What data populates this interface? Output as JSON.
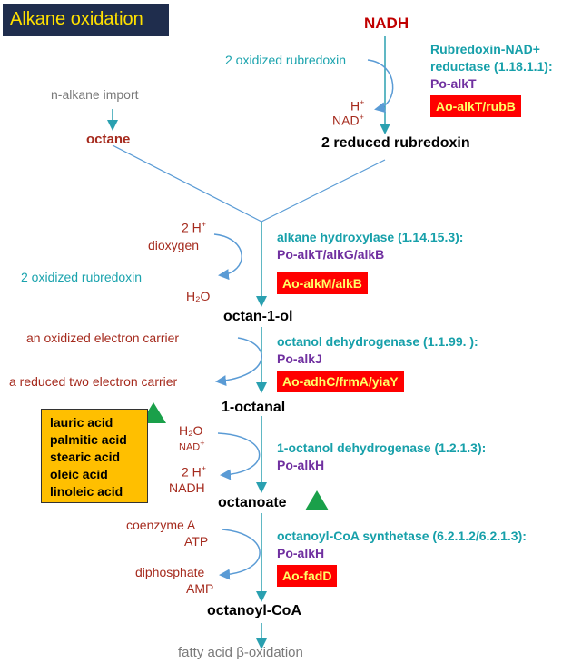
{
  "title": "Alkane oxidation",
  "top": {
    "nadh": "NADH",
    "oxidized_rubredoxin": "2 oxidized rubredoxin",
    "enzyme1": "Rubredoxin-NAD+",
    "enzyme1b": "reductase (1.18.1.1):",
    "gene1": "Po-alkT",
    "box1": "Ao-alkT/rubB",
    "h_plus": "H",
    "nad_plus": "NAD",
    "reduced_rubredoxin": "2 reduced rubredoxin",
    "import": "n-alkane import",
    "octane": "octane"
  },
  "step2": {
    "h2": "2 H",
    "dioxygen": "dioxygen",
    "oxidized_rubredoxin": "2 oxidized rubredoxin",
    "water": "H₂O",
    "enzyme": "alkane hydroxylase (1.14.15.3):",
    "gene": "Po-alkT/alkG/alkB",
    "box": "Ao-alkM/alkB",
    "product": "octan-1-ol"
  },
  "step3": {
    "in": "an oxidized  electron carrier",
    "out": "a reduced  two electron carrier",
    "enzyme": "octanol dehydrogenase (1.1.99.  ):",
    "gene": "Po-alkJ",
    "box": "Ao-adhC/frmA/yiaY",
    "product": "1-octanal"
  },
  "fatty_acids": [
    "lauric acid",
    "palmitic acid",
    "stearic acid",
    "oleic acid",
    "linoleic acid"
  ],
  "step4": {
    "in1": "H₂O",
    "in2": "NAD",
    "out1": "2 H",
    "out2": "NADH",
    "enzyme": "1-octanol dehydrogenase (1.2.1.3):",
    "gene": "Po-alkH",
    "product": "octanoate"
  },
  "step5": {
    "in1": "coenzyme A",
    "in2": "ATP",
    "out1": "diphosphate",
    "out2": "AMP",
    "enzyme": "octanoyl-CoA synthetase (6.2.1.2/6.2.1.3):",
    "gene": "Po-alkH",
    "box": "Ao-fadD",
    "product": "octanoyl-CoA"
  },
  "bottom": "fatty acid  β-oxidation",
  "colors": {
    "title_bg": "#1f2d4d",
    "title_fg": "#ffe000",
    "enzyme": "#17a0aa",
    "gene": "#7030a0",
    "gene_box": "#ff0000",
    "fatty_box": "#ffbf00",
    "marker": "#1aa04a"
  }
}
